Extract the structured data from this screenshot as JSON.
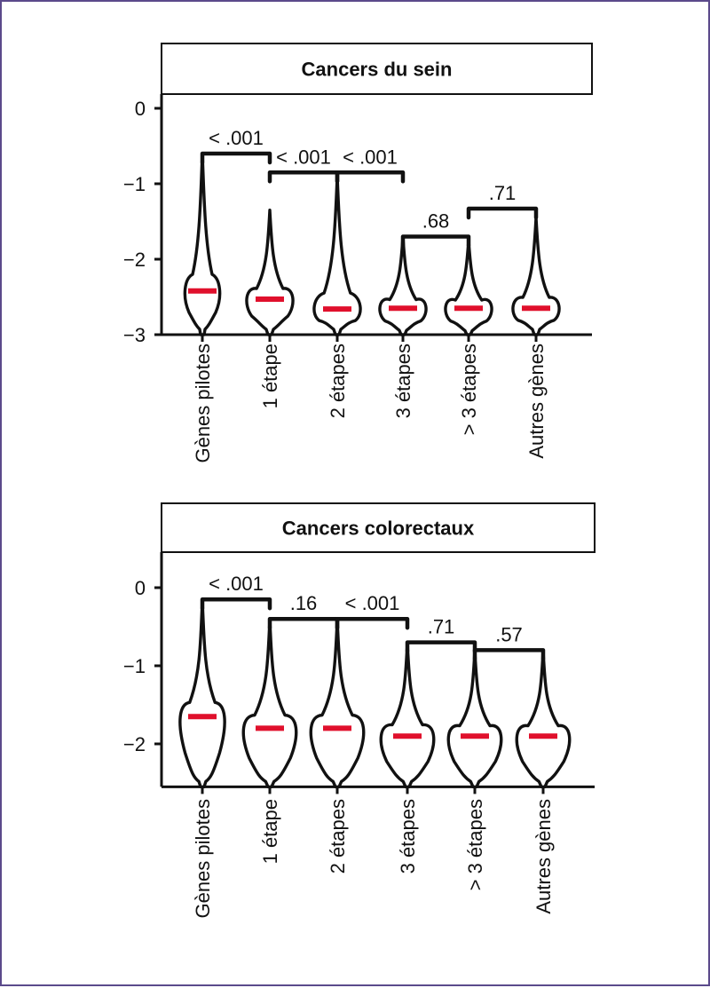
{
  "colors": {
    "median": "#e0102c",
    "border": "#5b4a8b",
    "ink": "#111111"
  },
  "categories": [
    "Gènes pilotes",
    "1 étape",
    "2 étapes",
    "3 étapes",
    "> 3 étapes",
    "Autres gènes"
  ],
  "chart_data": [
    {
      "type": "violin",
      "title": "Cancers du sein",
      "ylim": [
        -3,
        0
      ],
      "yticks": [
        0,
        -1,
        -2,
        -3
      ],
      "ytick_labels": [
        "0",
        "−1",
        "−2",
        "−3"
      ],
      "categories": [
        "Gènes pilotes",
        "1 étape",
        "2 étapes",
        "3 étapes",
        "> 3 étapes",
        "Autres gènes"
      ],
      "medians": [
        -2.42,
        -2.53,
        -2.66,
        -2.65,
        -2.65,
        -2.65
      ],
      "max": [
        -0.6,
        -1.35,
        -0.9,
        -1.7,
        -1.75,
        -1.45
      ],
      "min": [
        -3.0,
        -3.0,
        -3.0,
        -3.0,
        -3.0,
        -3.0
      ],
      "comparisons": [
        {
          "from": "Gènes pilotes",
          "to": "1 étape",
          "p": "< .001",
          "y": -0.6
        },
        {
          "from": "1 étape",
          "to": "2 étapes",
          "p": "< .001",
          "y": -0.85
        },
        {
          "from": "2 étapes",
          "to": "3 étapes",
          "p": "< .001",
          "y": -0.85
        },
        {
          "from": "3 étapes",
          "to": "> 3 étapes",
          "p": ".68",
          "y": -1.7
        },
        {
          "from": "> 3 étapes",
          "to": "Autres gènes",
          "p": ".71",
          "y": -1.33
        }
      ]
    },
    {
      "type": "violin",
      "title": "Cancers colorectaux",
      "ylim": [
        -2.55,
        0.45
      ],
      "yticks": [
        0,
        -1,
        -2
      ],
      "ytick_labels": [
        "0",
        "−1",
        "−2"
      ],
      "categories": [
        "Gènes pilotes",
        "1 étape",
        "2 étapes",
        "3 étapes",
        "> 3 étapes",
        "Autres gènes"
      ],
      "medians": [
        -1.65,
        -1.8,
        -1.8,
        -1.9,
        -1.9,
        -1.9
      ],
      "max": [
        -0.15,
        -0.4,
        -0.4,
        -0.7,
        -0.8,
        -0.8
      ],
      "min": [
        -2.55,
        -2.55,
        -2.55,
        -2.55,
        -2.55,
        -2.55
      ],
      "comparisons": [
        {
          "from": "Gènes pilotes",
          "to": "1 étape",
          "p": "< .001",
          "y": -0.15
        },
        {
          "from": "1 étape",
          "to": "2 étapes",
          "p": ".16",
          "y": -0.4
        },
        {
          "from": "2 étapes",
          "to": "3 étapes",
          "p": "< .001",
          "y": -0.4
        },
        {
          "from": "3 étapes",
          "to": "> 3 étapes",
          "p": ".71",
          "y": -0.7
        },
        {
          "from": "> 3 étapes",
          "to": "Autres gènes",
          "p": ".57",
          "y": -0.8
        }
      ]
    }
  ]
}
